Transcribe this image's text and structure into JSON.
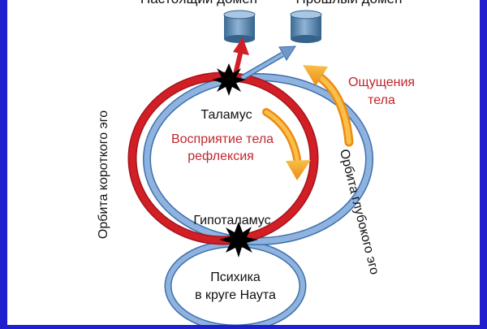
{
  "labels": {
    "present_domain": "Настоящий домен",
    "past_domain": "Прошлый домен",
    "thalamus": "Таламус",
    "hypothalamus": "Гипоталамус",
    "perception_line1": "Восприятие тела",
    "perception_line2": "рефлексия",
    "sensations_line1": "Ощущения",
    "sensations_line2": "тела",
    "psyche_line1": "Психика",
    "psyche_line2": "в круге Наута",
    "short_ego_orbit": "Орбита короткого эго",
    "deep_ego_orbit": "Орбита глубокого эго"
  },
  "colors": {
    "frame": "#1f1fd0",
    "red_orbit": "#d21f26",
    "blue_orbit": "#7ea6d6",
    "blue_orbit_stroke": "#3d6fae",
    "orange_arrow": "#f29a1c",
    "label_red": "#c0272d",
    "database": "#4f7fa8"
  },
  "icons": {
    "database": "database-cylinder-icon",
    "junction": "starburst-icon"
  }
}
